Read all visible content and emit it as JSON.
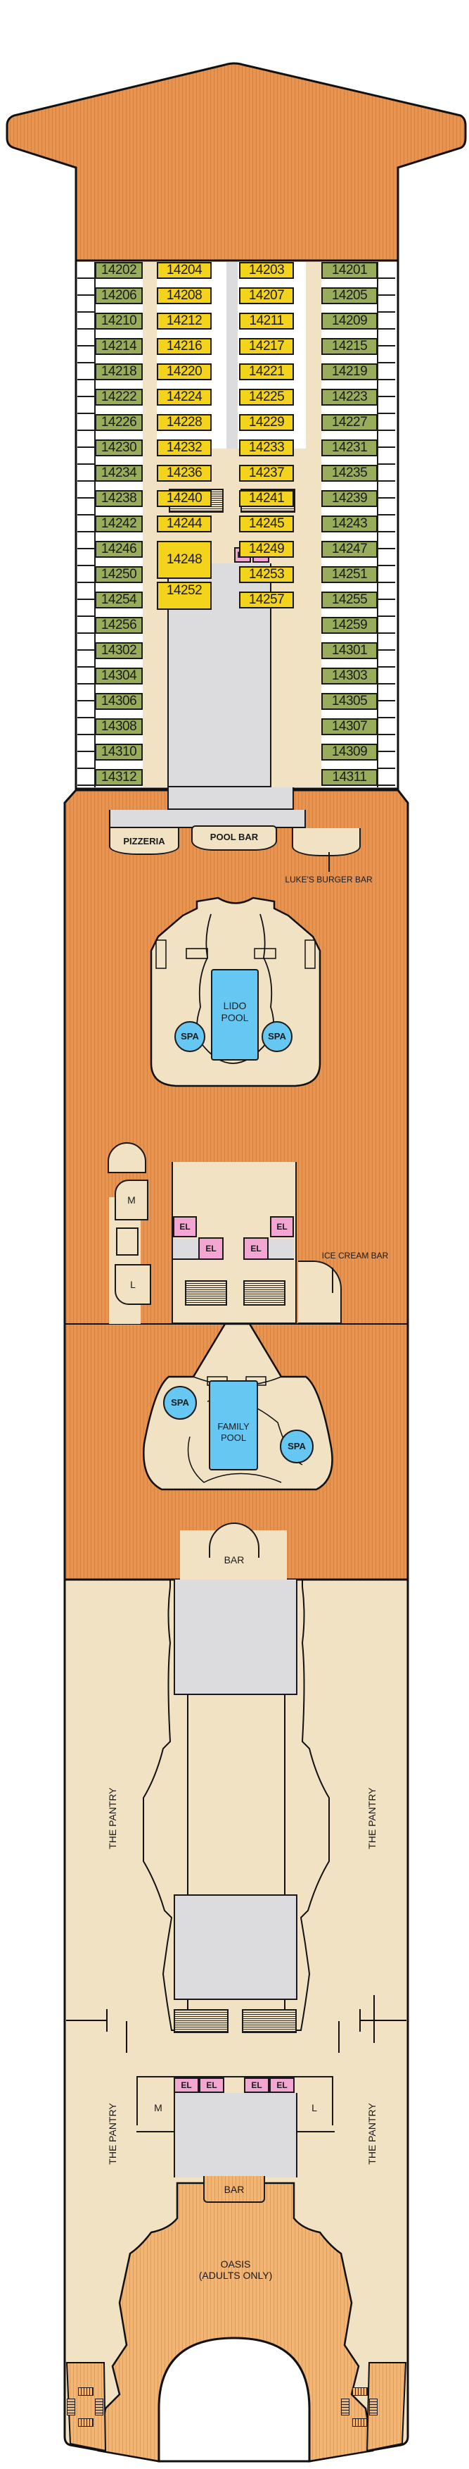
{
  "deck": {
    "cabins": {
      "col1": [
        "14202",
        "14206",
        "14210",
        "14214",
        "14218",
        "14222",
        "14226",
        "14230",
        "14234",
        "14238",
        "14242",
        "14246",
        "14250",
        "14254",
        "14256",
        "14302",
        "14304",
        "14306",
        "14308",
        "14310",
        "14312"
      ],
      "col2": [
        "14204",
        "14208",
        "14212",
        "14216",
        "14220",
        "14224",
        "14228",
        "14232",
        "14236",
        "14240",
        "14244",
        "14248",
        "14252"
      ],
      "col3": [
        "14203",
        "14207",
        "14211",
        "14217",
        "14221",
        "14225",
        "14229",
        "14233",
        "14237",
        "14241",
        "14245",
        "14249",
        "14253",
        "14257"
      ],
      "col4": [
        "14201",
        "14205",
        "14209",
        "14215",
        "14219",
        "14223",
        "14227",
        "14231",
        "14235",
        "14239",
        "14243",
        "14247",
        "14251",
        "14255",
        "14259",
        "14301",
        "14303",
        "14305",
        "14307",
        "14309",
        "14311"
      ]
    },
    "labels": {
      "pizzeria": "PIZZERIA",
      "pool_bar": "POOL BAR",
      "burger_bar": "LUKE'S BURGER BAR",
      "lido_pool": "LIDO POOL",
      "spa": "SPA",
      "ice_cream_bar": "ICE CREAM BAR",
      "family_pool": "FAMILY POOL",
      "bar": "BAR",
      "pantry": "THE PANTRY",
      "oasis": "OASIS",
      "adults_only": "(ADULTS ONLY)",
      "elevator": "EL",
      "mens_restroom": "M",
      "ladies_restroom": "L"
    },
    "colors": {
      "teak": "#e8934f",
      "interior": "#f1e2c4",
      "balcony_cabin": "#98ad5c",
      "interior_cabin": "#f3d31c",
      "elevator": "#f2a6d1",
      "pool": "#66c8f2",
      "service": "#dcdcde"
    }
  }
}
